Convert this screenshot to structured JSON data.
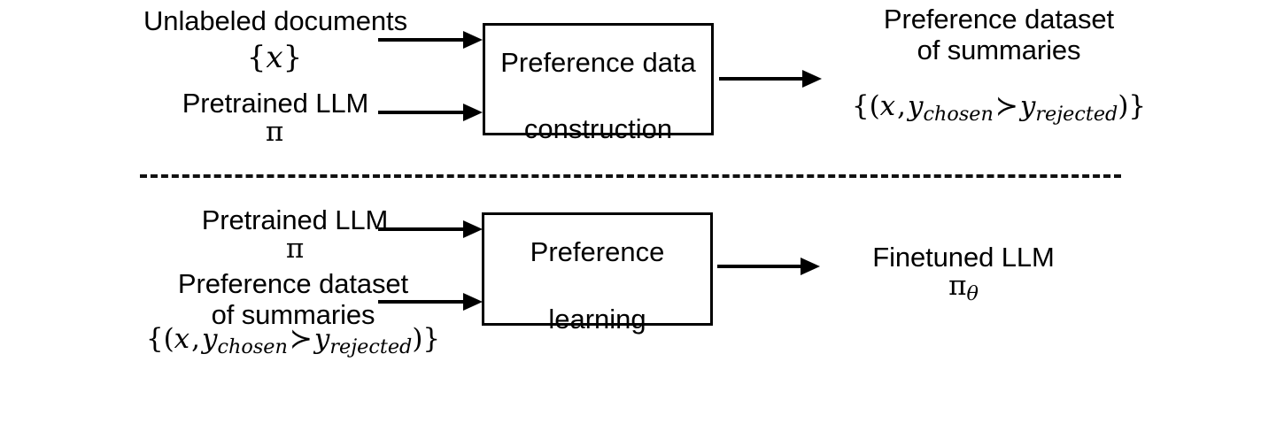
{
  "figure": {
    "type": "flow-diagram",
    "background_color": "#ffffff",
    "stroke_color": "#000000",
    "stages": [
      {
        "id": "preference-data-construction",
        "box_label": "Preference data\nconstruction",
        "inputs": [
          {
            "title": "Unlabeled documents",
            "formula": "{x}"
          },
          {
            "title": "Pretrained LLM",
            "formula": "π"
          }
        ],
        "outputs": [
          {
            "title_line1": "Preference dataset",
            "title_line2": "of summaries",
            "formula": "{(x, y_chosen ≻ y_rejected)}"
          }
        ]
      },
      {
        "id": "preference-learning",
        "box_label": "Preference\nlearning",
        "inputs": [
          {
            "title": "Pretrained LLM",
            "formula": "π"
          },
          {
            "title_line1": "Preference dataset",
            "title_line2": "of summaries",
            "formula": "{(x, y_chosen ≻ y_rejected)}"
          }
        ],
        "outputs": [
          {
            "title": "Finetuned LLM",
            "formula": "πθ"
          }
        ]
      }
    ]
  },
  "top": {
    "input1_title": "Unlabeled documents",
    "input1_formula_open": "{",
    "input1_formula_var": "x",
    "input1_formula_close": "}",
    "input2_title": "Pretrained LLM",
    "input2_formula": "π",
    "box_line1": "Preference data",
    "box_line2": "construction",
    "output_line1": "Preference dataset",
    "output_line2": "of summaries",
    "output_formula": {
      "open": "{(",
      "x": "x",
      "comma": ",",
      "y1": "y",
      "sub1": "chosen",
      "rel": "≻",
      "y2": "y",
      "sub2": "rejected",
      "close": ")}"
    }
  },
  "bottom": {
    "input1_title": "Pretrained LLM",
    "input1_formula": "π",
    "input2_line1": "Preference dataset",
    "input2_line2": "of summaries",
    "input2_formula": {
      "open": "{(",
      "x": "x",
      "comma": ",",
      "y1": "y",
      "sub1": "chosen",
      "rel": "≻",
      "y2": "y",
      "sub2": "rejected",
      "close": ")}"
    },
    "box_line1": "Preference",
    "box_line2": "learning",
    "output_title": "Finetuned LLM",
    "output_formula_base": "π",
    "output_formula_sub": "θ"
  }
}
